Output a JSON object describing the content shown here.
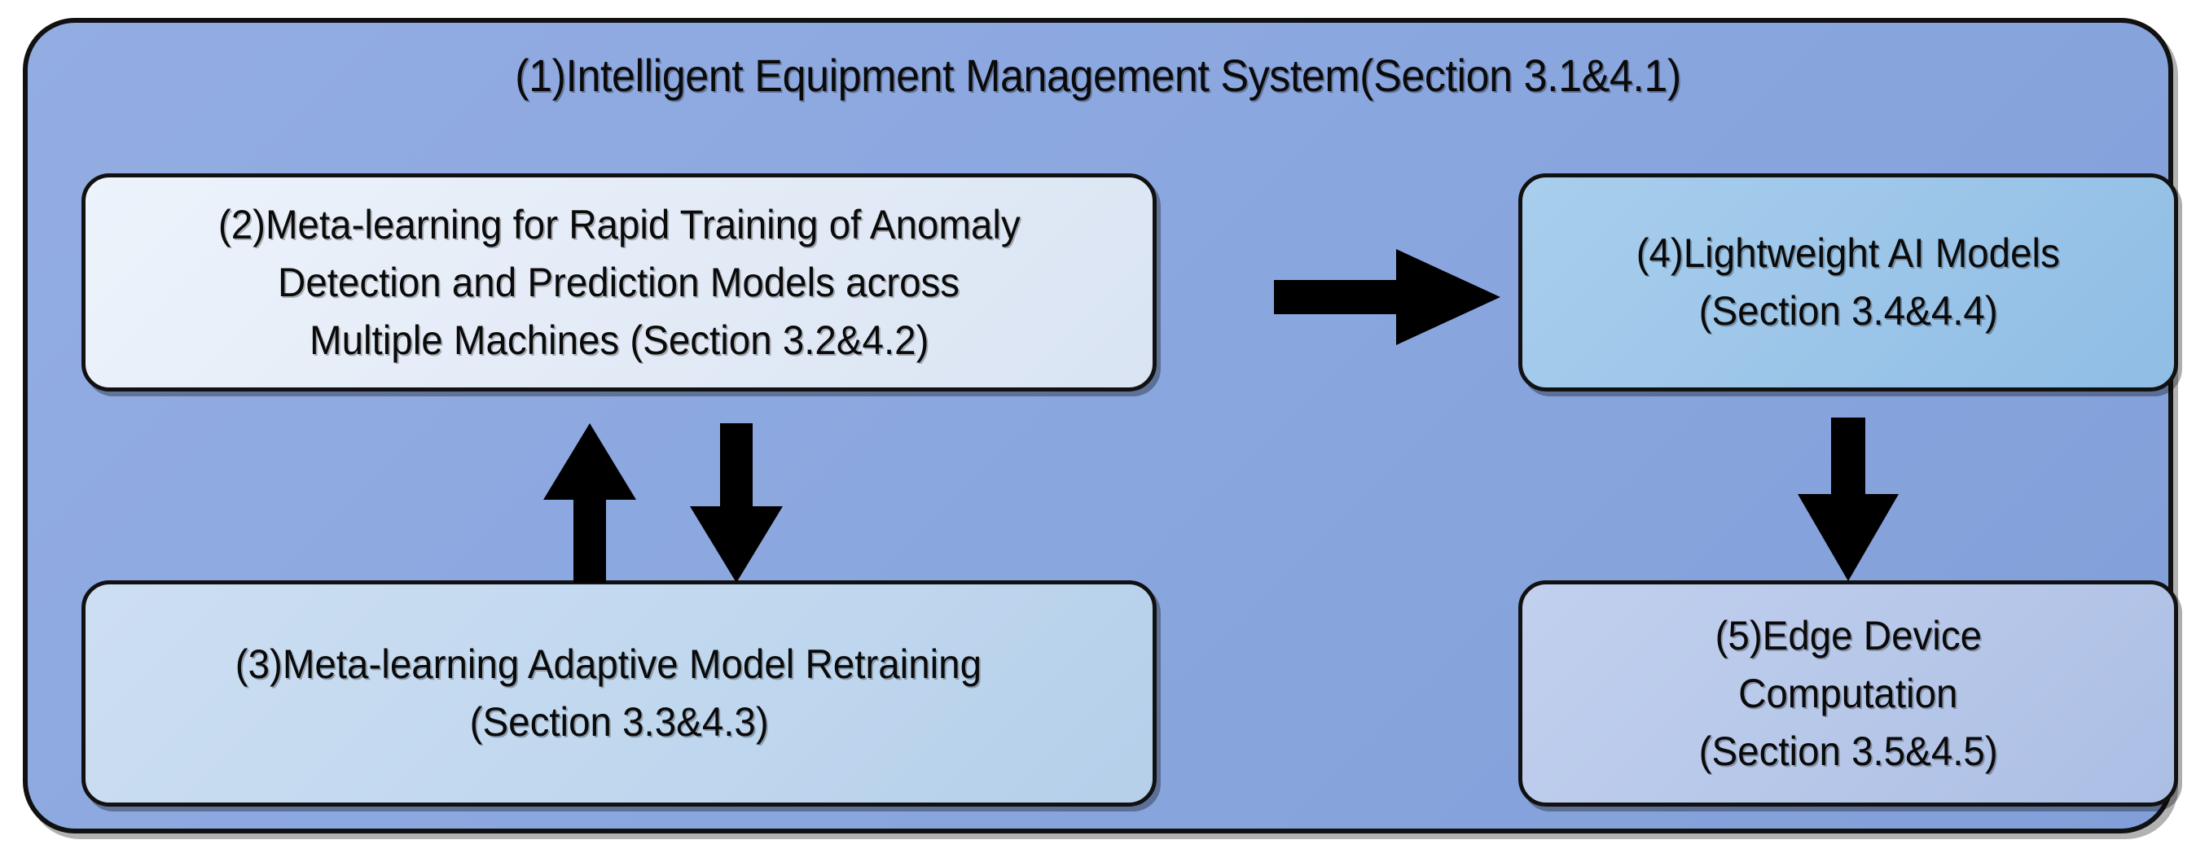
{
  "diagram": {
    "title": "(1)Intelligent Equipment Management System(Section 3.1&4.1)",
    "colors": {
      "container_fill": "#8BA7DF",
      "container_border": "#111111",
      "node2_fill": "#E2EAF6",
      "node3_fill": "#BFD7EE",
      "node4_fill": "#9AC4E8",
      "node5_fill": "#B5C6E8",
      "arrow_fill": "#000000",
      "text": "#0A0A0A"
    },
    "nodes": [
      {
        "id": "node-1",
        "name": "intelligent-equipment-management-system",
        "label": "(1)Intelligent Equipment Management System(Section 3.1&4.1)",
        "index": "(1)",
        "section": "Section 3.1&4.1"
      },
      {
        "id": "node-2",
        "name": "meta-learning-rapid-training",
        "index": "(2)",
        "section": "Section 3.2&4.2",
        "lines": [
          "(2)Meta-learning for Rapid Training of Anomaly",
          "Detection and Prediction Models across",
          "Multiple Machines (Section 3.2&4.2)"
        ]
      },
      {
        "id": "node-3",
        "name": "meta-learning-adaptive-retraining",
        "index": "(3)",
        "section": "Section 3.3&4.3",
        "lines": [
          "(3)Meta-learning Adaptive Model Retraining",
          "(Section 3.3&4.3)"
        ]
      },
      {
        "id": "node-4",
        "name": "lightweight-ai-models",
        "index": "(4)",
        "section": "Section 3.4&4.4",
        "lines": [
          "(4)Lightweight AI Models",
          "(Section 3.4&4.4)"
        ]
      },
      {
        "id": "node-5",
        "name": "edge-device-computation",
        "index": "(5)",
        "section": "Section 3.5&4.5",
        "lines": [
          "(5)Edge Device",
          "Computation",
          "(Section 3.5&4.5)"
        ]
      }
    ],
    "arrows": [
      {
        "id": "arrow-1",
        "name": "arrow-training-to-lightweight",
        "direction": "right",
        "from": "node-2",
        "to": "node-4"
      },
      {
        "id": "arrow-2",
        "name": "arrow-retraining-up",
        "direction": "up",
        "from": "node-3",
        "to": "node-2"
      },
      {
        "id": "arrow-3",
        "name": "arrow-training-down",
        "direction": "down",
        "from": "node-2",
        "to": "node-3"
      },
      {
        "id": "arrow-4",
        "name": "arrow-lightweight-to-edge",
        "direction": "down",
        "from": "node-4",
        "to": "node-5"
      }
    ]
  }
}
